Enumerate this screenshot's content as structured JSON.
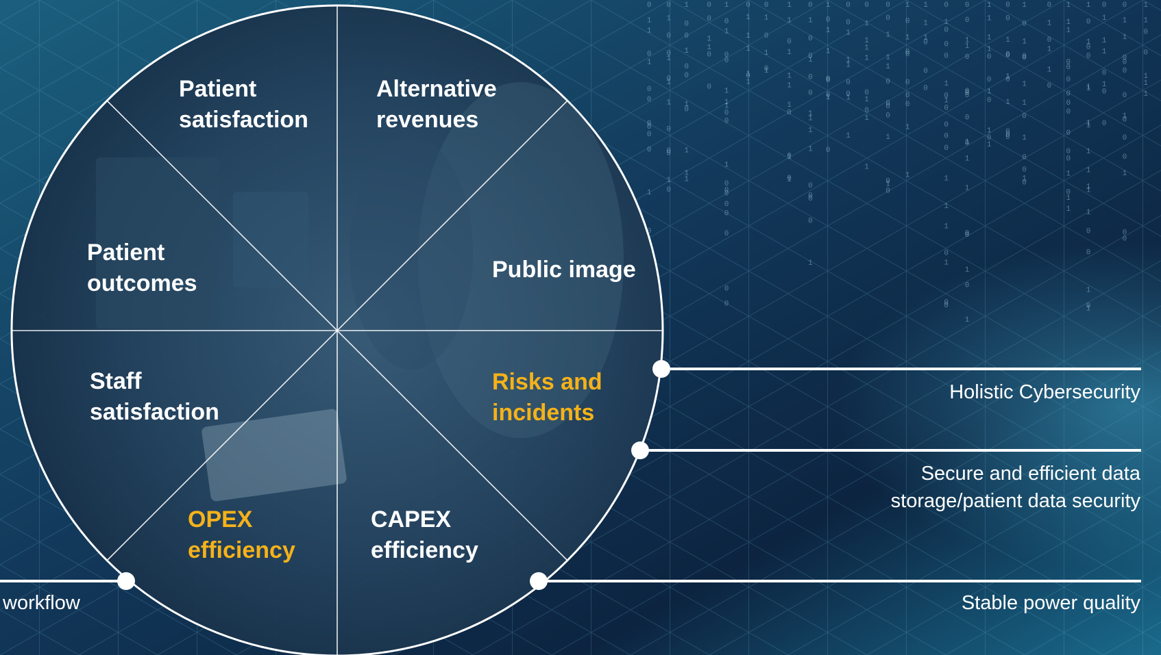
{
  "colors": {
    "background_dark": "#0b2238",
    "background_teal": "#1f6f8f",
    "circle_fill": "#1d3b55",
    "label_white": "#ffffff",
    "label_highlight": "#f5b219"
  },
  "wheel": {
    "segments": [
      {
        "id": "patient-satisfaction",
        "line1": "Patient",
        "line2": "satisfaction",
        "highlight": false
      },
      {
        "id": "alternative-revenues",
        "line1": "Alternative",
        "line2": "revenues",
        "highlight": false
      },
      {
        "id": "public-image",
        "line1": "Public image",
        "line2": "",
        "highlight": false
      },
      {
        "id": "risks-incidents",
        "line1": "Risks and",
        "line2": "incidents",
        "highlight": true
      },
      {
        "id": "capex-efficiency",
        "line1": "CAPEX",
        "line2": "efficiency",
        "highlight": false
      },
      {
        "id": "opex-efficiency",
        "line1": "OPEX",
        "line2": "efficiency",
        "highlight": true
      },
      {
        "id": "staff-satisfaction",
        "line1": "Staff",
        "line2": "satisfaction",
        "highlight": false
      },
      {
        "id": "patient-outcomes",
        "line1": "Patient",
        "line2": "outcomes",
        "highlight": false
      }
    ]
  },
  "callouts": {
    "holistic": "Holistic Cybersecurity",
    "storage_line1": "Secure and efficient data",
    "storage_line2": "storage/patient data security",
    "power": "Stable power quality",
    "workflow": "workflow"
  }
}
